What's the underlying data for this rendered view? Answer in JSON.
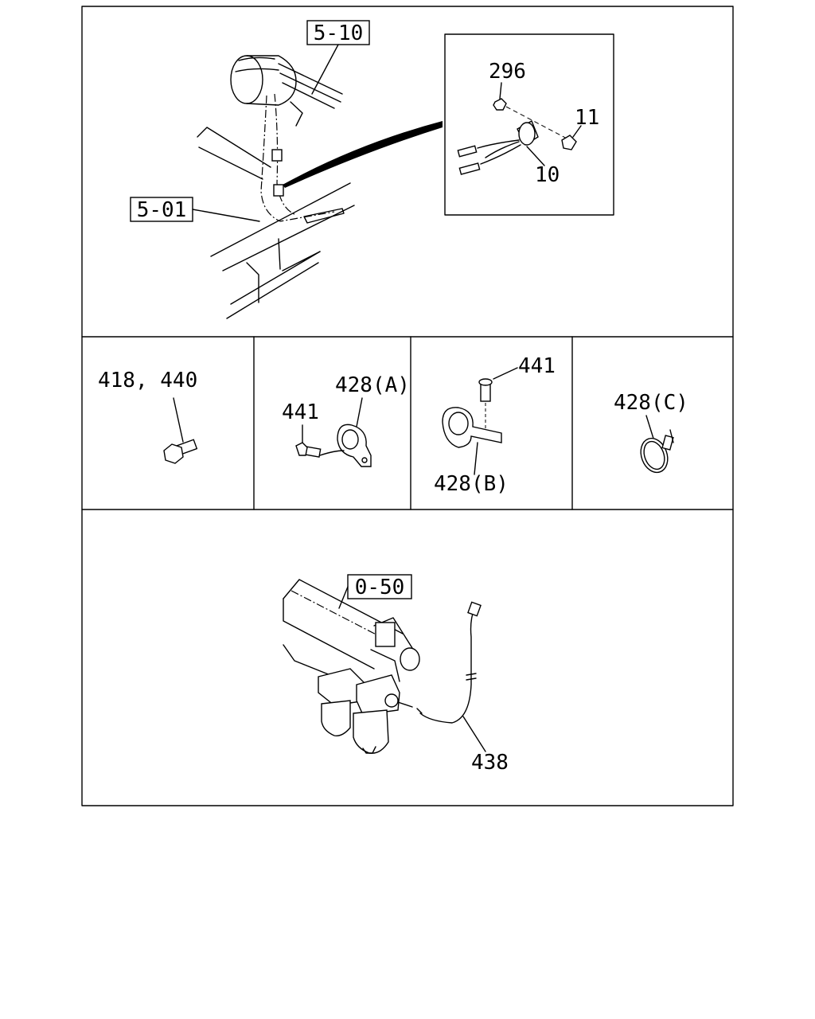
{
  "callouts": {
    "ref_5_10": "5-10",
    "ref_5_01": "5-01",
    "ref_0_50": "0-50",
    "part_296": "296",
    "part_11": "11",
    "part_10": "10",
    "part_418_440": "418, 440",
    "part_428a": "428(A)",
    "part_441_a": "441",
    "part_441_b": "441",
    "part_428b": "428(B)",
    "part_428c": "428(C)",
    "part_438": "438"
  }
}
